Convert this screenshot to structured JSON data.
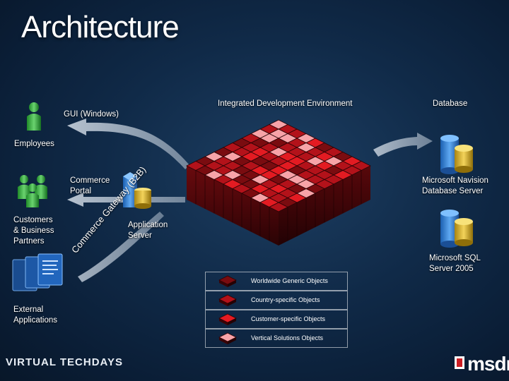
{
  "slide": {
    "title": "Architecture",
    "labels": {
      "ide": "Integrated Development Environment",
      "database": "Database",
      "gui": "GUI (Windows)",
      "employees": "Employees",
      "commerce_portal": "Commerce\nPortal",
      "customers": "Customers\n& Business\nPartners",
      "app_server": "Application\nServer",
      "navision": "Microsoft Navision\nDatabase Server",
      "sql": "Microsoft SQL\nServer 2005",
      "external": "External\nApplications",
      "gateway": "Commerce Gateway (B2B)"
    },
    "legend": [
      {
        "label": "Worldwide Generic Objects",
        "color": "#7a0c10"
      },
      {
        "label": "Country-specific Objects",
        "color": "#b3121a"
      },
      {
        "label": "Customer-specific Objects",
        "color": "#e31b22"
      },
      {
        "label": "Vertical Solutions Objects",
        "color": "#f7a3a8"
      }
    ],
    "logos": {
      "left": "VIRTUAL TECHDAYS",
      "right": "msdn"
    }
  }
}
